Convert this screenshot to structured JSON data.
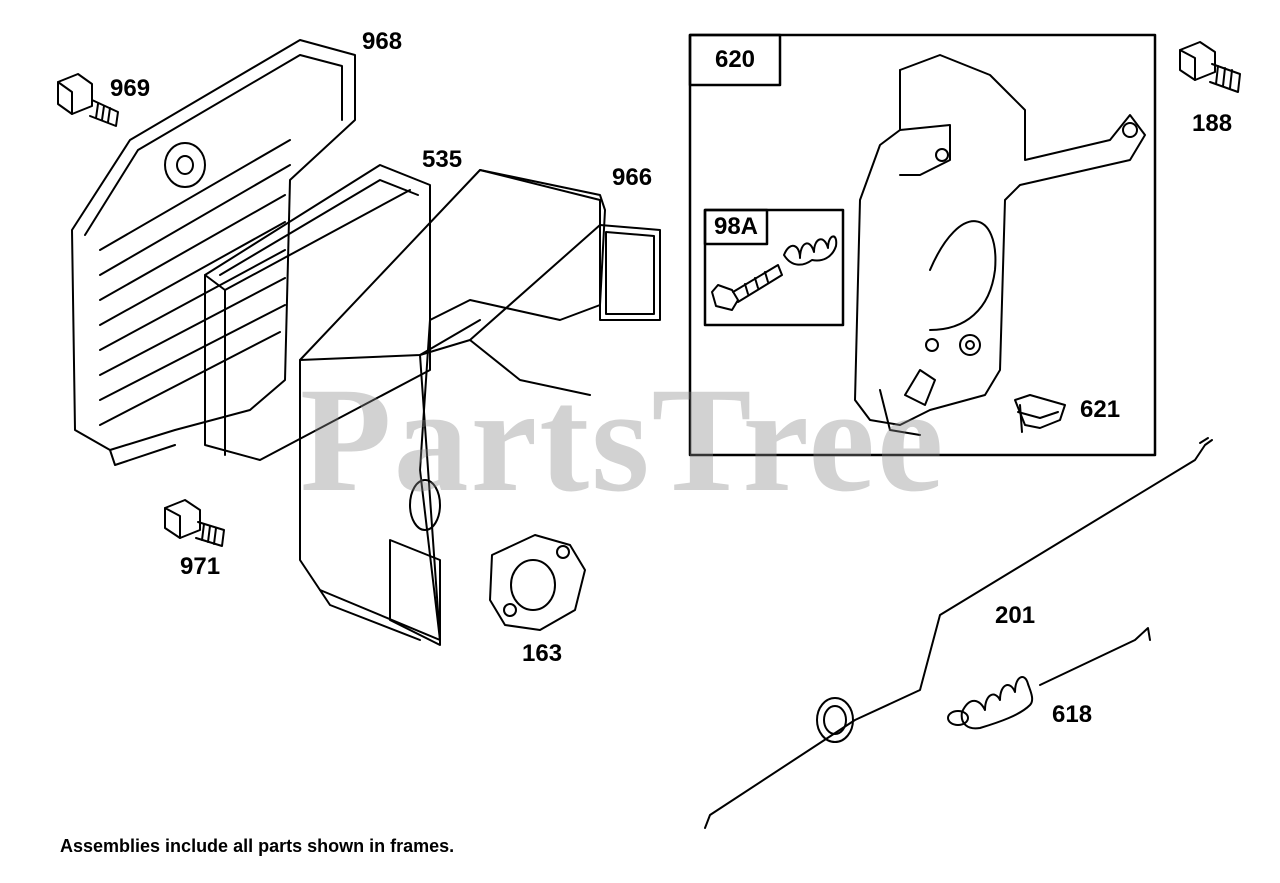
{
  "watermark": "PartsTree",
  "note": "Assemblies include all parts shown in frames.",
  "frames": {
    "outer_label": "620",
    "inner_label": "98A"
  },
  "parts": [
    {
      "id": "968",
      "icon": "air-cleaner-base"
    },
    {
      "id": "969",
      "icon": "screw"
    },
    {
      "id": "535",
      "icon": "air-filter-cartridge"
    },
    {
      "id": "966",
      "icon": "air-cleaner-cover"
    },
    {
      "id": "971",
      "icon": "screw"
    },
    {
      "id": "163",
      "icon": "gasket"
    },
    {
      "id": "188",
      "icon": "screw"
    },
    {
      "id": "621",
      "icon": "clip"
    },
    {
      "id": "201",
      "icon": "governor-link"
    },
    {
      "id": "618",
      "icon": "spring"
    }
  ]
}
